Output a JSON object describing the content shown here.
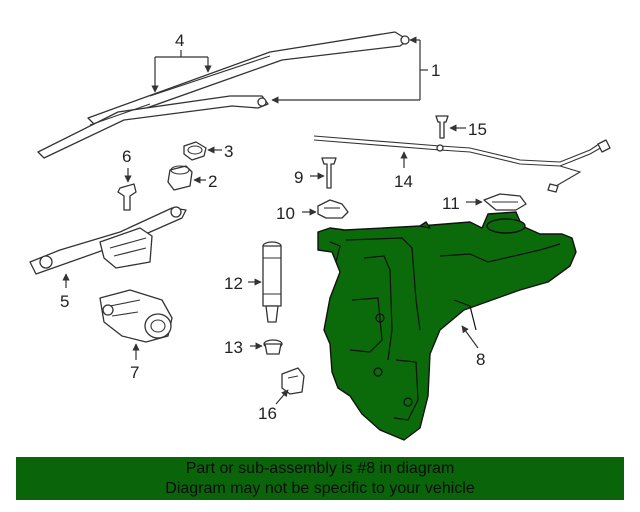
{
  "callouts": {
    "c1": "1",
    "c2": "2",
    "c3": "3",
    "c4": "4",
    "c5": "5",
    "c6": "6",
    "c7": "7",
    "c8": "8",
    "c9": "9",
    "c10": "10",
    "c11": "11",
    "c12": "12",
    "c13": "13",
    "c14": "14",
    "c15": "15",
    "c16": "16"
  },
  "banner": {
    "line1": "Part or sub-assembly is #8 in diagram",
    "line2": "Diagram may not be specific to your vehicle"
  },
  "colors": {
    "highlight": "#0b6b0b",
    "banner": "#0a640a"
  }
}
